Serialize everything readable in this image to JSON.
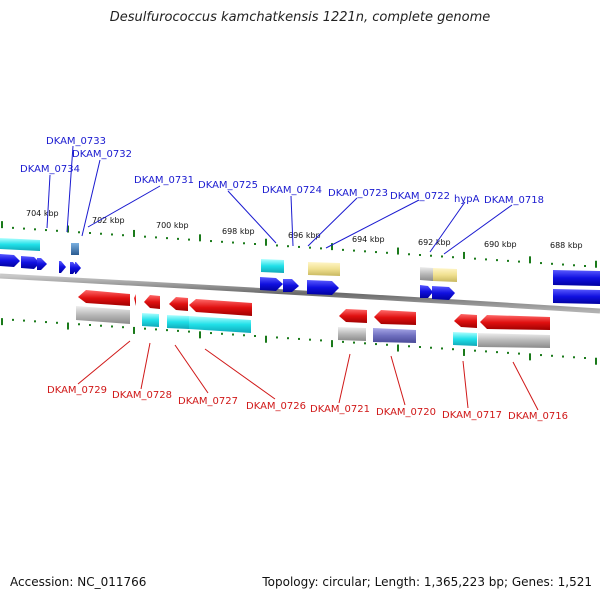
{
  "title": "Desulfurococcus kamchatkensis 1221n, complete genome",
  "footer": {
    "accession": "Accession: NC_011766",
    "topology": "Topology: circular; Length: 1,365,223 bp; Genes: 1,521"
  },
  "colors": {
    "forward_gene": "#1010e0",
    "reverse_gene": "#e01010",
    "cyan": "#20e0e8",
    "grey": "#b8b8b8",
    "khaki": "#f0e090",
    "purple": "#7070c0",
    "steelblue": "#3a78b0",
    "tick_green": "#1a7a1a",
    "top_label": "#1a1ad0",
    "bottom_label": "#d01818"
  },
  "kbp_ticks": [
    "704 kbp",
    "702 kbp",
    "700 kbp",
    "698 kbp",
    "696 kbp",
    "694 kbp",
    "692 kbp",
    "690 kbp",
    "688 kbp"
  ],
  "top_labels": [
    "DKAM_0733",
    "DKAM_0732",
    "DKAM_0734",
    "DKAM_0731",
    "DKAM_0725",
    "DKAM_0724",
    "DKAM_0723",
    "DKAM_0722",
    "hypA",
    "DKAM_0718"
  ],
  "bottom_labels": [
    "DKAM_0729",
    "DKAM_0728",
    "DKAM_0727",
    "DKAM_0726",
    "DKAM_0721",
    "DKAM_0720",
    "DKAM_0717",
    "DKAM_0716"
  ]
}
